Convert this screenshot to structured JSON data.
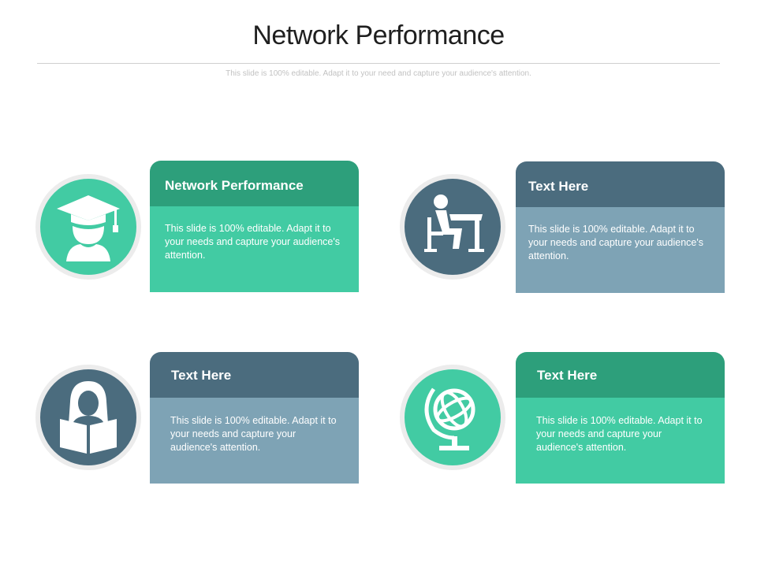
{
  "slide": {
    "title": "Network Performance",
    "subtitle": "This slide is 100% editable. Adapt it to your need and capture your audience's attention."
  },
  "colors": {
    "green_head": "#2d9f7b",
    "green_body": "#42cba3",
    "slate_head": "#4b6c7e",
    "slate_body": "#7ea3b5",
    "circle_ring": "#ececec"
  },
  "cards": [
    {
      "heading": "Network Performance",
      "body": "This slide is 100% editable. Adapt it to your needs and capture your audience's attention.",
      "icon": "graduate-icon"
    },
    {
      "heading": "Text Here",
      "body": "This slide is 100% editable. Adapt it to your needs and capture your audience's attention.",
      "icon": "student-desk-icon"
    },
    {
      "heading": "Text Here",
      "body": "This slide is 100% editable. Adapt it to your needs and capture your audience's attention.",
      "icon": "reading-woman-icon"
    },
    {
      "heading": "Text Here",
      "body": "This slide is 100% editable. Adapt it to your needs and capture your audience's attention.",
      "icon": "globe-icon"
    }
  ]
}
